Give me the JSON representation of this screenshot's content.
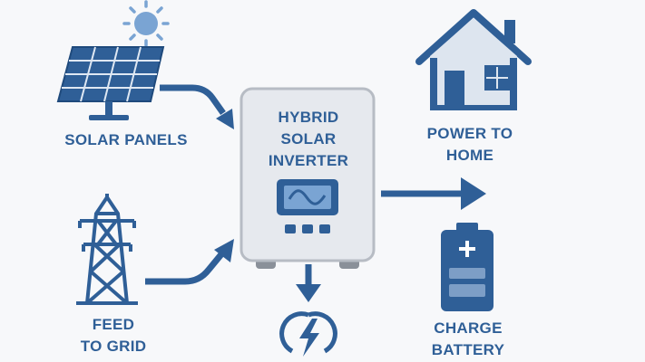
{
  "colors": {
    "primary": "#2f5f97",
    "sun": "#7aa4d3",
    "inverter_body": "#e6e9ee",
    "inverter_border": "#b7bcc4",
    "battery_fill": "#7d9ec6",
    "background": "#f7f8fa"
  },
  "inverter": {
    "title_line1": "HYBRID",
    "title_line2": "SOLAR",
    "title_line3": "INVERTER"
  },
  "nodes": {
    "solar_panels": {
      "label": "SOLAR PANELS",
      "icon": "solar-panel-icon"
    },
    "home": {
      "label_line1": "POWER TO",
      "label_line2": "HOME",
      "icon": "house-icon"
    },
    "grid": {
      "label_line1": "FEED",
      "label_line2": "TO GRID",
      "icon": "transmission-tower-icon"
    },
    "battery": {
      "label_line1": "CHARGE",
      "label_line2": "BATTERY",
      "icon": "battery-icon"
    }
  },
  "icons": [
    "sun-icon",
    "lightning-bolt-icon",
    "sine-wave-icon"
  ]
}
